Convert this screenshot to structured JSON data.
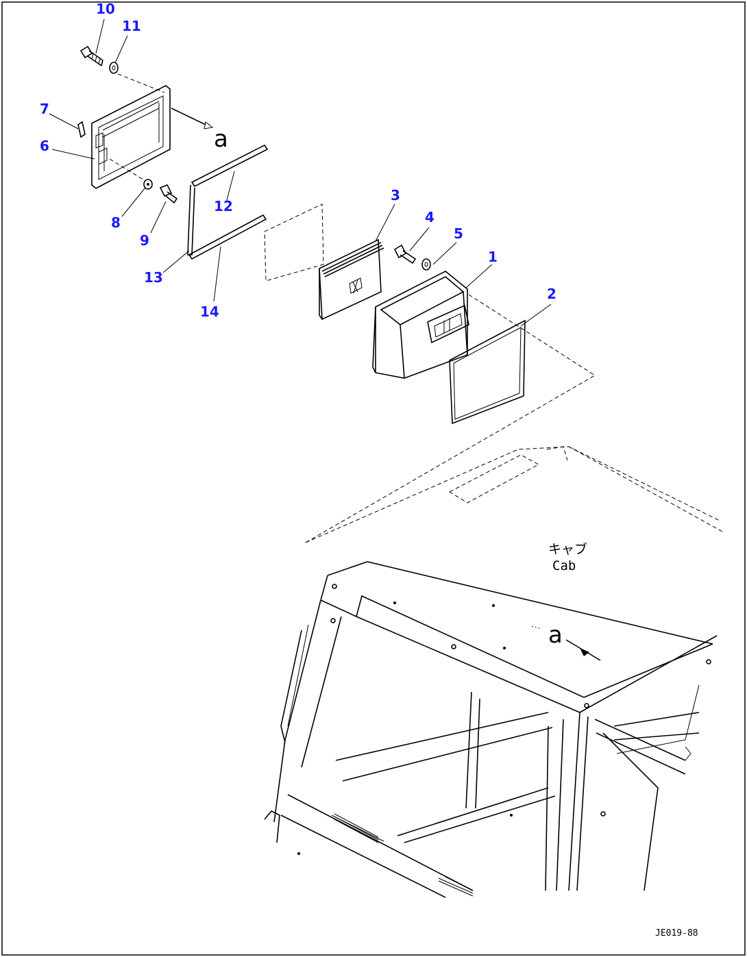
{
  "diagram": {
    "accent_color": "#1a1aff",
    "callouts": [
      {
        "id": "c10",
        "label": "10"
      },
      {
        "id": "c11",
        "label": "11"
      },
      {
        "id": "c7",
        "label": "7"
      },
      {
        "id": "c6",
        "label": "6"
      },
      {
        "id": "c8",
        "label": "8"
      },
      {
        "id": "c9",
        "label": "9"
      },
      {
        "id": "c12",
        "label": "12"
      },
      {
        "id": "c13",
        "label": "13"
      },
      {
        "id": "c14",
        "label": "14"
      },
      {
        "id": "c3",
        "label": "3"
      },
      {
        "id": "c4",
        "label": "4"
      },
      {
        "id": "c5",
        "label": "5"
      },
      {
        "id": "c1",
        "label": "1"
      },
      {
        "id": "c2",
        "label": "2"
      }
    ],
    "cab_label_jp": "キャブ",
    "cab_label_en": "Cab",
    "ref_marker_top": "a",
    "ref_marker_bottom": "a",
    "drawing_code": "JE019-88"
  }
}
